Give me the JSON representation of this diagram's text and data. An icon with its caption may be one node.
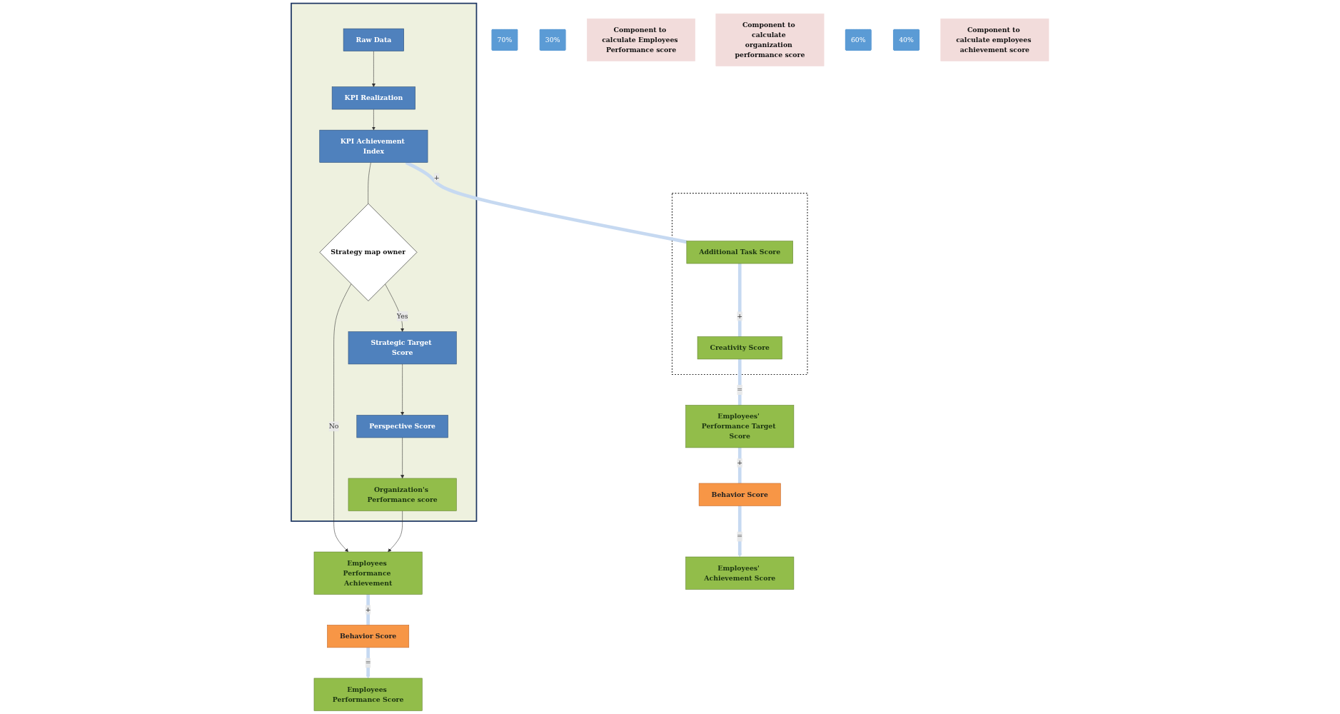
{
  "diagram": {
    "nodes": [
      {
        "text": [],
        "shape": "box"
      },
      {
        "text": [
          "Raw Data"
        ],
        "in": 0
      },
      {
        "text": [
          "KPI Realization"
        ],
        "in": 0
      },
      {
        "text": [
          "KPI Achievement Index"
        ],
        "in": 0
      },
      {
        "text": [
          "Strategy map owner"
        ],
        "in": 0
      },
      {
        "text": [
          "Strategic Target Score"
        ],
        "in": 0
      },
      {
        "text": [
          "Perspective Score"
        ],
        "in": 0
      },
      {
        "text": [
          "Organization's Performance score"
        ],
        "in": 0
      },
      {
        "text": [
          "Employees Performance Achievement"
        ]
      },
      {
        "text": [
          "70%"
        ]
      },
      {
        "text": [
          "Behavior Score"
        ]
      },
      {
        "text": [
          "30%"
        ]
      },
      {
        "text": [
          "Employees Performance Score"
        ]
      },
      {
        "text": [
          "Component to calculate Employees Performance score"
        ]
      },
      {
        "text": [
          "Component to calculate organization performance score"
        ]
      },
      {
        "text": [],
        "shape": "box"
      },
      {
        "text": [
          "Additional Task Score"
        ],
        "in": 15
      },
      {
        "text": [
          "Creativity Score"
        ],
        "in": 15
      },
      {
        "text": [
          "Employees' Performance Target Score"
        ]
      },
      {
        "text": [
          "60%"
        ]
      },
      {
        "text": [
          "Behavior Score"
        ]
      },
      {
        "text": [
          "40%"
        ]
      },
      {
        "text": [
          "Employees' Achievement Score"
        ]
      },
      {
        "text": [
          "Component to calculate employees achievement score"
        ]
      }
    ],
    "edges": [
      {
        "from": 1,
        "to": 2,
        "arrow": "to"
      },
      {
        "from": 2,
        "to": 3,
        "arrow": "to"
      },
      {
        "from": 3,
        "to": 4,
        "arrow": "none"
      },
      {
        "from": 4,
        "to": 5,
        "arrow": "to",
        "label": "Yes"
      },
      {
        "from": 5,
        "to": 6,
        "arrow": "to"
      },
      {
        "from": 6,
        "to": 7,
        "arrow": "to"
      },
      {
        "from": 4,
        "to": 8,
        "arrow": "to",
        "label": "No"
      },
      {
        "from": 7,
        "to": 8,
        "arrow": "to"
      },
      {
        "from": 8,
        "to": 10,
        "arrow": "none",
        "label": "+",
        "style": "thick",
        "color": "#c6d9f1"
      },
      {
        "from": 10,
        "to": 12,
        "arrow": "to",
        "label": "=",
        "style": "thick",
        "color": "#c6d9f1"
      },
      {
        "from": 3,
        "to": 16,
        "arrow": "none",
        "label": "+",
        "style": "thick",
        "color": "#c6d9f1"
      },
      {
        "from": 16,
        "to": 17,
        "arrow": "none",
        "label": "+",
        "style": "thick",
        "color": "#c6d9f1"
      },
      {
        "from": 17,
        "to": 18,
        "arrow": "none",
        "label": "=",
        "style": "thick",
        "color": "#c6d9f1"
      },
      {
        "from": 18,
        "to": 20,
        "arrow": "none",
        "label": "+",
        "style": "thick",
        "color": "#c6d9f1"
      },
      {
        "from": 20,
        "to": 22,
        "arrow": "to",
        "label": "=",
        "style": "thick",
        "color": "#c6d9f1"
      }
    ]
  }
}
